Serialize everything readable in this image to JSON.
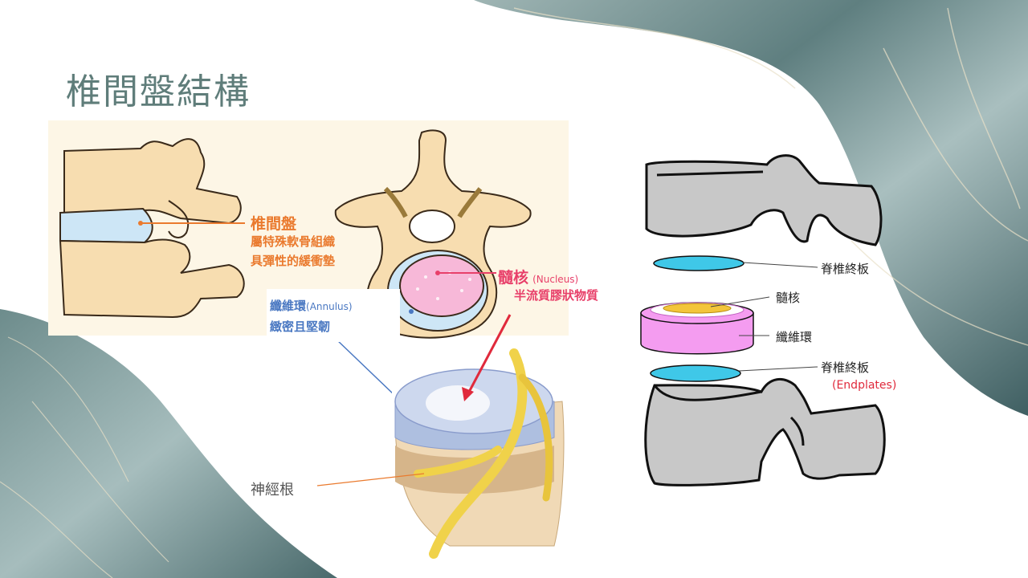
{
  "slide": {
    "title": "椎間盤結構"
  },
  "labels": {
    "disc_title": "椎間盤",
    "disc_line1": "屬特殊軟骨組織",
    "disc_line2": "具彈性的緩衝墊",
    "nucleus_title": "髓核",
    "nucleus_en": "(Nucleus)",
    "nucleus_desc": "半流質膠狀物質",
    "annulus_title": "纖維環",
    "annulus_en": "(Annulus)",
    "annulus_desc": "緻密且堅韌",
    "nerve_root": "神經根"
  },
  "exploded": {
    "endplate_top": "脊椎終板",
    "nucleus": "髓核",
    "annulus": "纖維環",
    "endplate_bottom": "脊椎終板",
    "endplates_en": "(Endplates)"
  },
  "colors": {
    "title": "#5f7d7a",
    "disc_label": "#ea7a2e",
    "nucleus_label": "#e8406a",
    "annulus_label": "#4a78c2",
    "bone": "#f7ddb0",
    "disc_blue": "#cde6f6",
    "nucleus_pink": "#f7b8d8",
    "endplate_cyan": "#3fc8e8",
    "annulus_magenta": "#f49cf0",
    "nucleus_yellow": "#f3c53a",
    "vertebra_gray": "#c8c8c8"
  }
}
